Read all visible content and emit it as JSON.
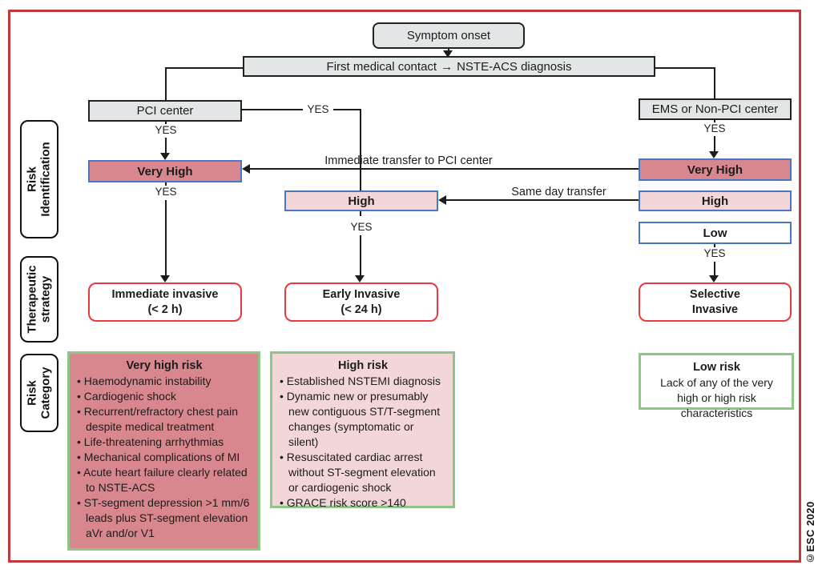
{
  "copyright": "©ESC 2020",
  "labels": {
    "yes": "YES",
    "immediate_transfer": "Immediate transfer to PCI center",
    "same_day_transfer": "Same day transfer"
  },
  "nodes": {
    "symptom_onset": "Symptom onset",
    "fmc_left": "First medical contact",
    "fmc_arrow_icon": "→",
    "fmc_right": "NSTE-ACS diagnosis",
    "pci_center": "PCI center",
    "ems_center": "EMS or Non-PCI center",
    "very_high": "Very High",
    "high": "High",
    "low": "Low"
  },
  "strategies": {
    "immediate": {
      "line1": "Immediate invasive",
      "line2": "(< 2 h)"
    },
    "early": {
      "line1": "Early Invasive",
      "line2": "(< 24 h)"
    },
    "selective": {
      "line1": "Selective",
      "line2": "Invasive"
    }
  },
  "side_labels": {
    "risk_identification": {
      "line1": "Risk",
      "line2": "Identification"
    },
    "therapeutic_strategy": {
      "line1": "Therapeutic",
      "line2": "strategy"
    },
    "risk_category": {
      "line1": "Risk",
      "line2": "Category"
    }
  },
  "risk_categories": {
    "very_high": {
      "title": "Very high risk",
      "items": [
        "Haemodynamic instability",
        "Cardiogenic shock",
        "Recurrent/refractory chest pain despite medical treatment",
        "Life-threatening arrhythmias",
        "Mechanical complications of MI",
        "Acute heart failure clearly related to NSTE-ACS",
        "ST-segment depression >1 mm/6 leads plus ST-segment elevation aVr and/or V1"
      ]
    },
    "high": {
      "title": "High risk",
      "items": [
        "Established NSTEMI diagnosis",
        "Dynamic new or presumably new contiguous ST/T-segment changes (symptomatic or silent)",
        "Resuscitated cardiac arrest without ST-segment elevation or cardiogenic shock",
        "GRACE risk score >140"
      ]
    },
    "low": {
      "title": "Low risk",
      "text": "Lack of any of the very high or high risk characteristics"
    }
  },
  "colors": {
    "frame_red": "#c13a3e",
    "strategy_border_red": "#e8393e",
    "band_border_blue": "#4a77c4",
    "very_high_fill": "#d9878e",
    "high_fill": "#f3d6d8",
    "category_border_green": "#8cc787",
    "gray_fill": "#e2e6e6"
  }
}
